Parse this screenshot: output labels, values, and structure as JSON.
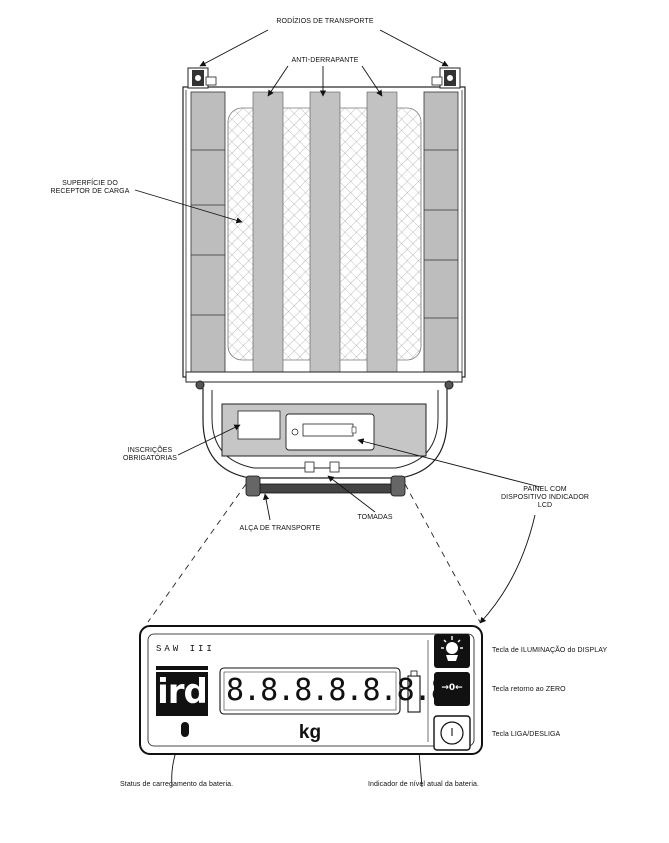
{
  "labels": {
    "transport_wheels": "RODÍZIOS DE TRANSPORTE",
    "anti_slip": "ANTI-DERRAPANTE",
    "load_surface_line1": "SUPERFÍCIE DO",
    "load_surface_line2": "RECEPTOR DE CARGA",
    "mandatory_line1": "INSCRIÇÕES",
    "mandatory_line2": "OBRIGATÓRIAS",
    "handle": "ALÇA DE TRANSPORTE",
    "sockets": "TOMADAS",
    "panel_line1": "PAINEL COM",
    "panel_line2": "DISPOSITIVO INDICADOR",
    "panel_line3": "LCD",
    "charge_status": "Status de carregamento da bateria.",
    "battery_level": "Indicador de nível atual da bateria."
  },
  "panel": {
    "model": "SAW III",
    "brand": "ird",
    "display": "8.8.8.8.8.8.8",
    "unit": "kg"
  },
  "keys": {
    "light_label": "Tecla de ILUMINAÇÃO do DISPLAY",
    "zero_label": "Tecla retorno ao ZERO",
    "power_label": "Tecla LIGA/DESLIGA",
    "zero_symbol": "→0←",
    "power_symbol": "I"
  }
}
